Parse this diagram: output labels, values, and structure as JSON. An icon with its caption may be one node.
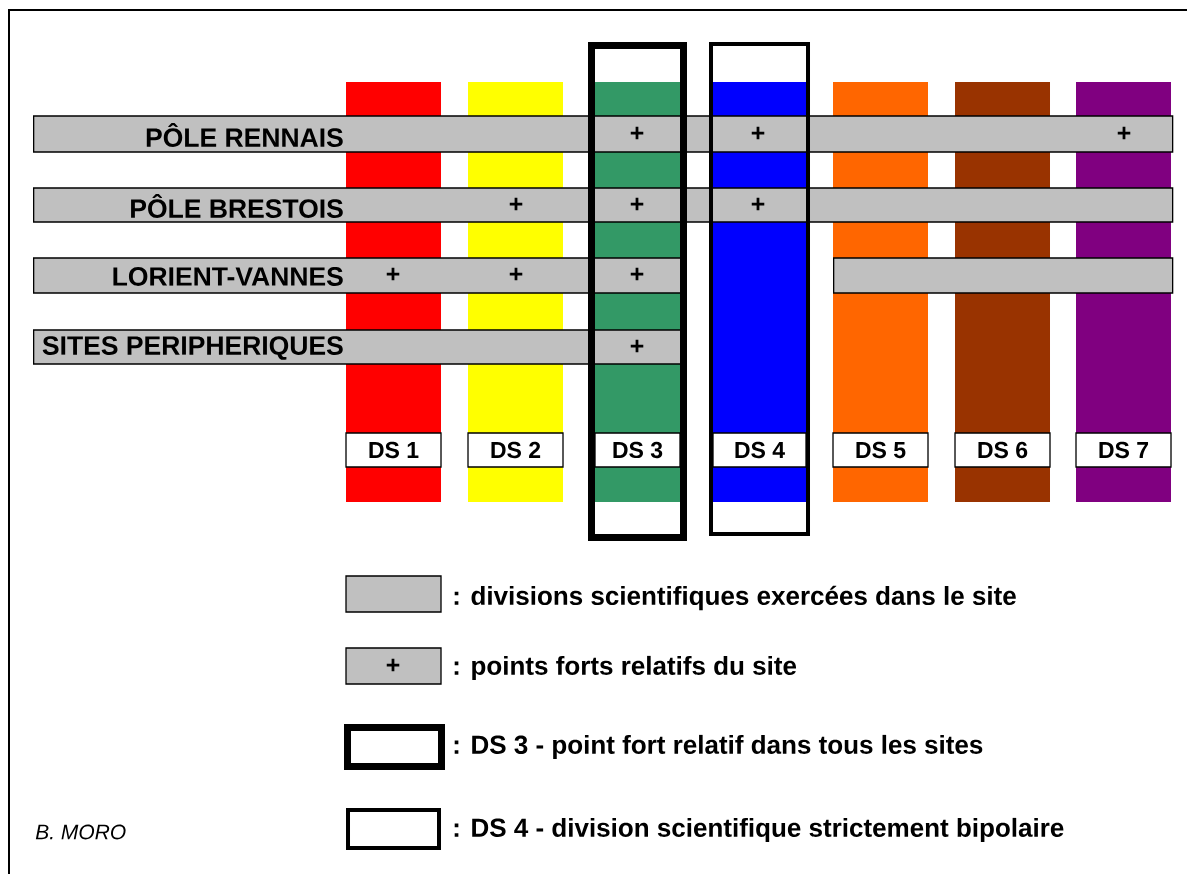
{
  "diagram": {
    "nodes": [
      {
        "text": [
          "PÔLE RENNAIS"
        ]
      },
      {
        "text": [
          "PÔLE BRESTOIS"
        ]
      },
      {
        "text": [
          "LORIENT-VANNES"
        ]
      },
      {
        "text": [],
        "shape": "bar"
      },
      {
        "text": [
          "SITES PERIPHERIQUES"
        ]
      },
      {
        "text": [
          "DS 1"
        ]
      },
      {
        "text": [
          "DS 2"
        ]
      },
      {
        "text": [
          "DS 3"
        ]
      },
      {
        "text": [
          "DS 4"
        ]
      },
      {
        "text": [
          "DS 5"
        ]
      },
      {
        "text": [
          "DS 6"
        ]
      },
      {
        "text": [
          "DS 7"
        ]
      }
    ],
    "labels": [
      "+",
      "+",
      "+",
      "+",
      "+",
      "+",
      "+",
      "+",
      "+",
      "+",
      "+",
      "B. MORO"
    ],
    "legend": [
      {
        "text": ": divisions scientifiques exercées dans le site",
        "color": "#c0c0c0"
      },
      {
        "text": ": points forts relatifs du site",
        "color": "#c0c0c0"
      },
      {
        "text": ": DS 3 - point fort relatif dans tous les sites"
      },
      {
        "text": ": DS 4 - division scientifique strictement bipolaire"
      }
    ]
  }
}
